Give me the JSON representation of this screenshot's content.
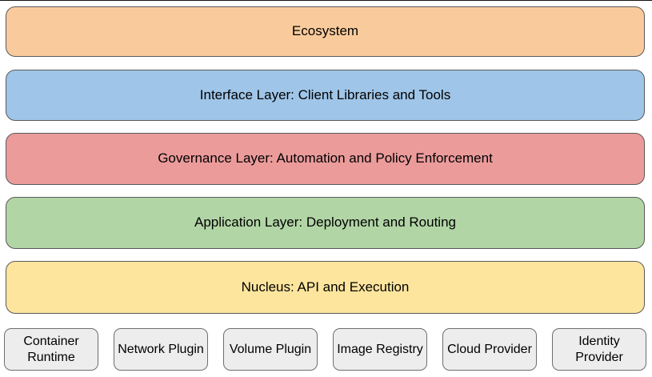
{
  "page": {
    "background_color": "#ffffff",
    "top_edge_color": "#111111",
    "border_color": "#595959",
    "text_color": "#000000"
  },
  "layers": [
    {
      "label": "Ecosystem",
      "fill": "#F9CB9C"
    },
    {
      "label": "Interface Layer: Client Libraries and Tools",
      "fill": "#9FC5E8"
    },
    {
      "label": "Governance Layer: Automation and Policy Enforcement",
      "fill": "#EC9B9B"
    },
    {
      "label": "Application Layer: Deployment and Routing",
      "fill": "#B2D5A6"
    },
    {
      "label": "Nucleus: API and Execution",
      "fill": "#FDE59E"
    }
  ],
  "plugins": {
    "fill": "#EDEDED",
    "items": [
      {
        "label": "Container Runtime"
      },
      {
        "label": "Network Plugin"
      },
      {
        "label": "Volume Plugin"
      },
      {
        "label": "Image Registry"
      },
      {
        "label": "Cloud Provider"
      },
      {
        "label": "Identity Provider"
      }
    ]
  }
}
